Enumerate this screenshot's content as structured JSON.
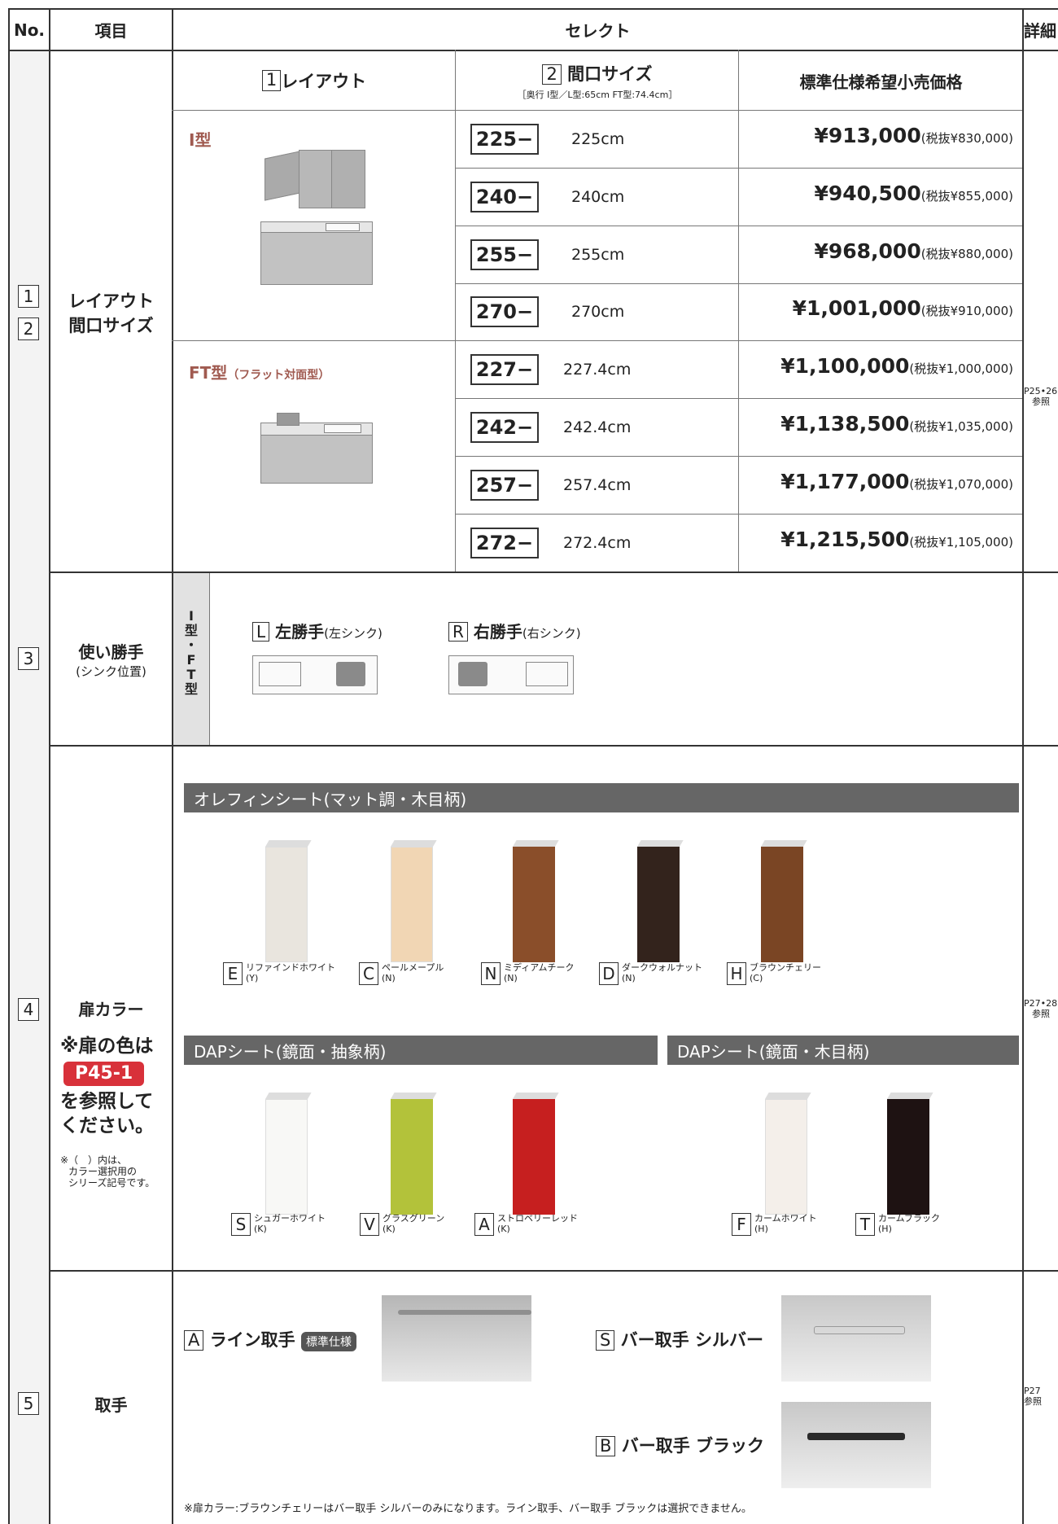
{
  "header": {
    "no": "No.",
    "item": "項目",
    "select": "セレクト",
    "detail": "詳細"
  },
  "row12": {
    "num1": "1",
    "num2": "2",
    "label_line1": "レイアウト",
    "label_line2": "間口サイズ",
    "col_layout_num": "1",
    "col_layout": "レイアウト",
    "col_size_num": "2",
    "col_size": "間口サイズ",
    "col_size_note": "［奥行 I型／L型:65cm FT型:74.4cm］",
    "col_price": "標準仕様希望小売価格",
    "type_i": "I型",
    "type_ft": "FT型",
    "type_ft_note": "（フラット対面型）",
    "rows": [
      {
        "code": "225−",
        "size": "225cm",
        "price": "¥913,000",
        "tax": "(税抜¥830,000)"
      },
      {
        "code": "240−",
        "size": "240cm",
        "price": "¥940,500",
        "tax": "(税抜¥855,000)"
      },
      {
        "code": "255−",
        "size": "255cm",
        "price": "¥968,000",
        "tax": "(税抜¥880,000)"
      },
      {
        "code": "270−",
        "size": "270cm",
        "price": "¥1,001,000",
        "tax": "(税抜¥910,000)"
      },
      {
        "code": "227−",
        "size": "227.4cm",
        "price": "¥1,100,000",
        "tax": "(税抜¥1,000,000)"
      },
      {
        "code": "242−",
        "size": "242.4cm",
        "price": "¥1,138,500",
        "tax": "(税抜¥1,035,000)"
      },
      {
        "code": "257−",
        "size": "257.4cm",
        "price": "¥1,177,000",
        "tax": "(税抜¥1,070,000)"
      },
      {
        "code": "272−",
        "size": "272.4cm",
        "price": "¥1,215,500",
        "tax": "(税抜¥1,105,000)"
      }
    ],
    "detail": "P25•26",
    "detail2": "参照"
  },
  "row3": {
    "num": "3",
    "label": "使い勝手",
    "sublabel": "(シンク位置)",
    "vertical": [
      "I",
      "型",
      "・",
      "F",
      "T",
      "型"
    ],
    "left_code": "L",
    "left_label": "左勝手",
    "left_note": "(左シンク)",
    "right_code": "R",
    "right_label": "右勝手",
    "right_note": "(右シンク)"
  },
  "row4": {
    "num": "4",
    "label": "扉カラー",
    "note1": "※扉の色は",
    "note_badge": "P45-1",
    "note2": "を参照して",
    "note3": "ください。",
    "small1": "※（　）内は、",
    "small2": "カラー選択用の",
    "small3": "シリーズ記号です。",
    "section1": "オレフィンシート(マット調・木目柄)",
    "section2": "DAPシート(鏡面・抽象柄)",
    "section3": "DAPシート(鏡面・木目柄)",
    "colors1": [
      {
        "code": "E",
        "name": "リファインドホワイト",
        "series": "(Y)",
        "color": "#e9e5de"
      },
      {
        "code": "C",
        "name": "ペールメープル",
        "series": "(N)",
        "color": "#f1d6b4"
      },
      {
        "code": "N",
        "name": "ミディアムチーク",
        "series": "(N)",
        "color": "#8a4e2a"
      },
      {
        "code": "D",
        "name": "ダークウォルナット",
        "series": "(N)",
        "color": "#33231c"
      },
      {
        "code": "H",
        "name": "ブラウンチェリー",
        "series": "(C)",
        "color": "#7a4524"
      }
    ],
    "colors2": [
      {
        "code": "S",
        "name": "シュガーホワイト",
        "series": "(K)",
        "color": "#f8f8f6"
      },
      {
        "code": "V",
        "name": "グラスグリーン",
        "series": "(K)",
        "color": "#b3c23a"
      },
      {
        "code": "A",
        "name": "ストロベリーレッド",
        "series": "(K)",
        "color": "#c61f1f"
      }
    ],
    "colors3": [
      {
        "code": "F",
        "name": "カームホワイト",
        "series": "(H)",
        "color": "#f4efea"
      },
      {
        "code": "T",
        "name": "カームブラック",
        "series": "(H)",
        "color": "#1e1212"
      }
    ],
    "detail": "P27•28",
    "detail2": "参照"
  },
  "row5": {
    "num": "5",
    "label": "取手",
    "a_code": "A",
    "a_label": "ライン取手",
    "a_badge": "標準仕様",
    "s_code": "S",
    "s_label": "バー取手 シルバー",
    "b_code": "B",
    "b_label": "バー取手 ブラック",
    "footnote": "※扉カラー:ブラウンチェリーはバー取手 シルバーのみになります。ライン取手、バー取手 ブラックは選択できません。",
    "detail": "P27",
    "detail2": "参照"
  }
}
